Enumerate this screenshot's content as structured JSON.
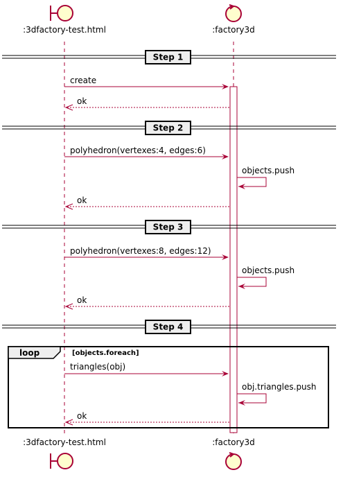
{
  "participants": [
    {
      "id": "html",
      "name": ":3dfactory-test.html",
      "kind": "boundary"
    },
    {
      "id": "factory",
      "name": ":factory3d",
      "kind": "control"
    }
  ],
  "steps": [
    {
      "title": "Step 1",
      "messages": [
        {
          "from": "html",
          "to": "factory",
          "label": "create",
          "style": "solid"
        },
        {
          "from": "factory",
          "to": "html",
          "label": "ok",
          "style": "dashed"
        }
      ]
    },
    {
      "title": "Step 2",
      "messages": [
        {
          "from": "html",
          "to": "factory",
          "label": "polyhedron(vertexes:4, edges:6)",
          "style": "solid"
        },
        {
          "from": "factory",
          "to": "factory",
          "label": "objects.push",
          "style": "solid"
        },
        {
          "from": "factory",
          "to": "html",
          "label": "ok",
          "style": "dashed"
        }
      ]
    },
    {
      "title": "Step 3",
      "messages": [
        {
          "from": "html",
          "to": "factory",
          "label": "polyhedron(vertexes:8, edges:12)",
          "style": "solid"
        },
        {
          "from": "factory",
          "to": "factory",
          "label": "objects.push",
          "style": "solid"
        },
        {
          "from": "factory",
          "to": "html",
          "label": "ok",
          "style": "dashed"
        }
      ]
    },
    {
      "title": "Step 4",
      "loop": {
        "keyword": "loop",
        "condition": "[objects.foreach]"
      },
      "messages": [
        {
          "from": "html",
          "to": "factory",
          "label": "triangles(obj)",
          "style": "solid"
        },
        {
          "from": "factory",
          "to": "factory",
          "label": "obj.triangles.push",
          "style": "solid"
        },
        {
          "from": "factory",
          "to": "html",
          "label": "ok",
          "style": "dashed"
        }
      ]
    }
  ],
  "colors": {
    "arrow": "#A80036",
    "icon_fill": "#FEFECE",
    "activation_fill": "#FFFFFF",
    "divider_fill": "#EEEEEE",
    "frame": "#000000"
  }
}
